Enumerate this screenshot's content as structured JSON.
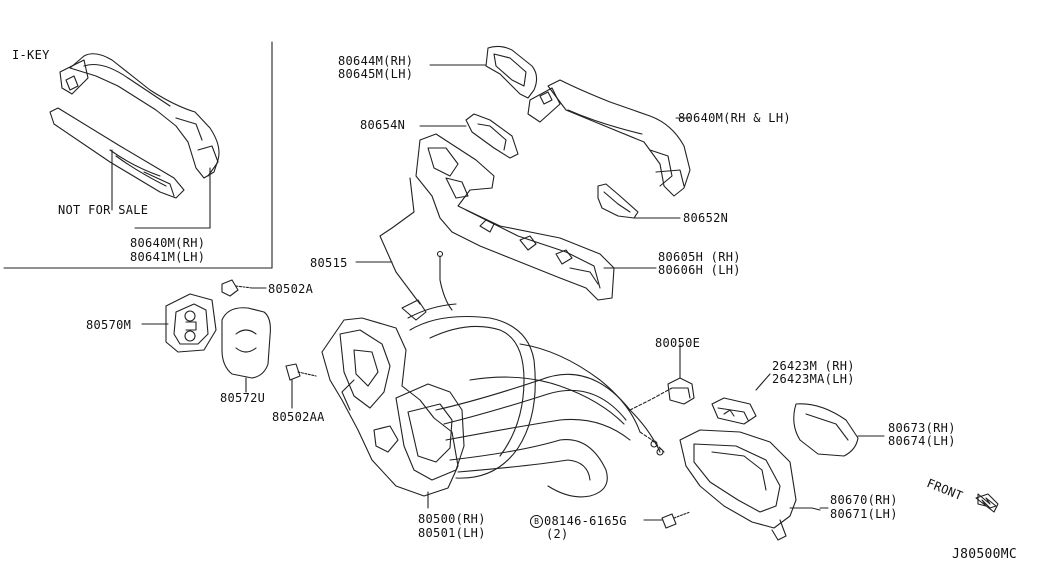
{
  "inset": {
    "title": "I-KEY",
    "note": "NOT FOR SALE"
  },
  "labels": {
    "p80644m": "80644M(RH)",
    "p80645m": "80645M(LH)",
    "p80654n": "80654N",
    "p80640m_main": "80640M(RH & LH)",
    "p80652n": "80652N",
    "p80605h": "80605H (RH)",
    "p80606h": "80606H (LH)",
    "p80515": "80515",
    "p80502a": "80502A",
    "p80570m": "80570M",
    "p80572u": "80572U",
    "p80502aa": "80502AA",
    "p80640m_inset": "80640M(RH)",
    "p80641m": "80641M(LH)",
    "p80050e": "80050E",
    "p26423m": "26423M (RH)",
    "p26423ma": "26423MA(LH)",
    "p80673": "80673(RH)",
    "p80674": "80674(LH)",
    "p80670": "80670(RH)",
    "p80671": "80671(LH)",
    "p80500": "80500(RH)",
    "p80501": "80501(LH)",
    "bolt_symbol": "B",
    "p08146": "08146-6165G",
    "p08146_qty": "(2)",
    "front": "FRONT",
    "diagram_code": "J80500MC"
  }
}
